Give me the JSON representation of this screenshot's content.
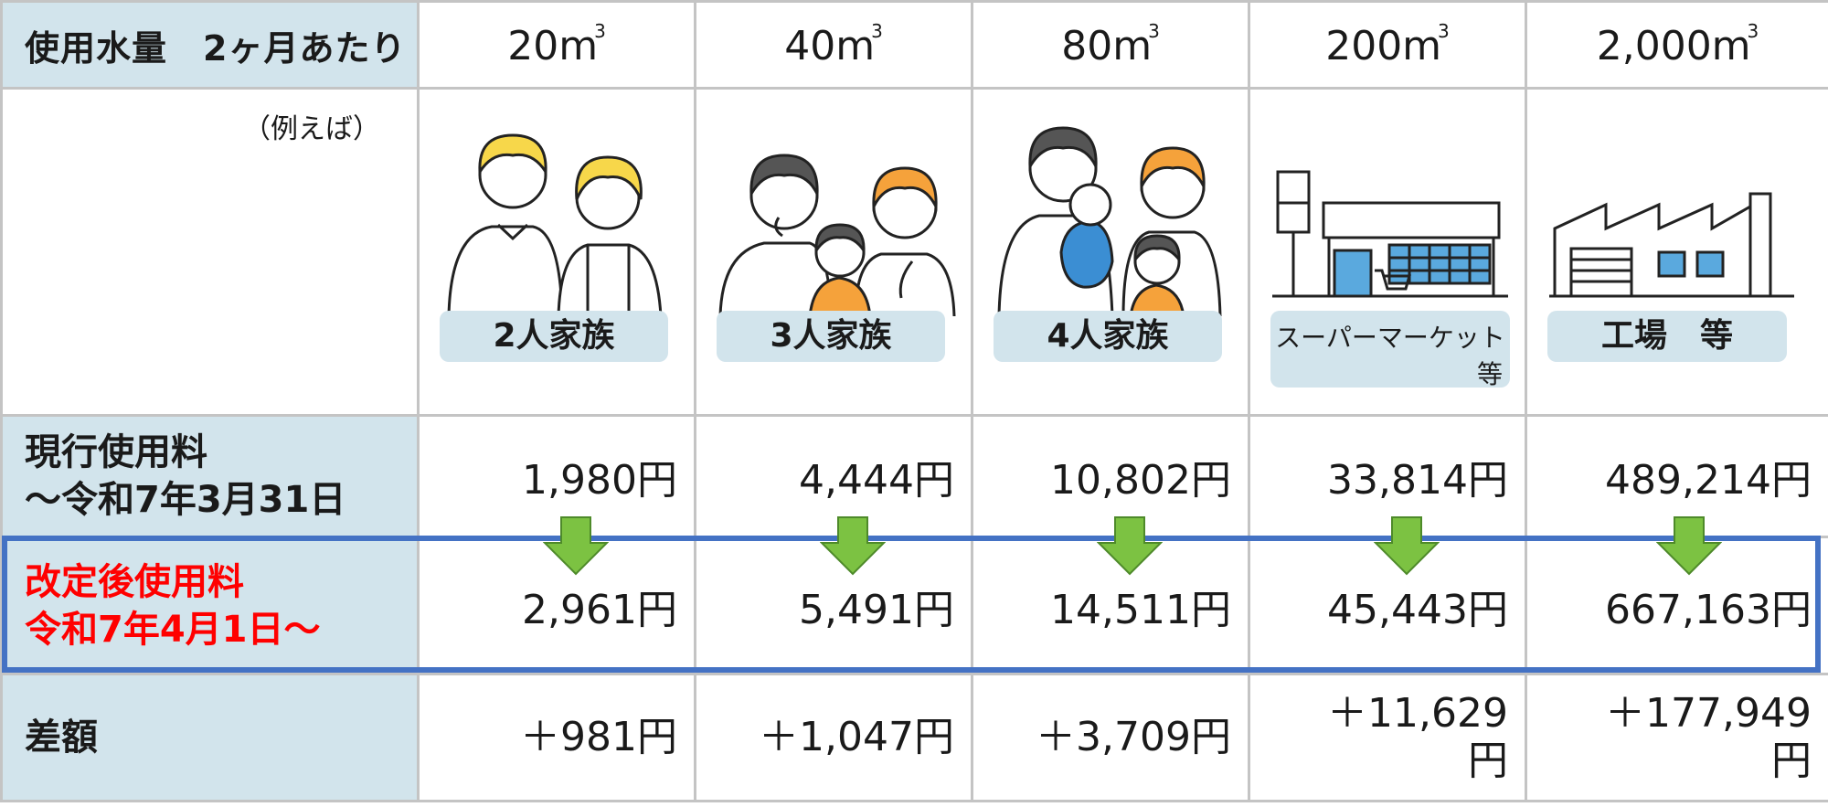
{
  "header": {
    "label": "使用水量　2ヶ月あたり",
    "volumes": [
      {
        "value": "20m",
        "unit_sup": "3"
      },
      {
        "value": "40m",
        "unit_sup": "3"
      },
      {
        "value": "80m",
        "unit_sup": "3"
      },
      {
        "value": "200m",
        "unit_sup": "3"
      },
      {
        "value": "2,000m",
        "unit_sup": "3"
      }
    ]
  },
  "examples": {
    "label": "（例えば）",
    "items": [
      {
        "caption": "2人家族",
        "caption_extra": ""
      },
      {
        "caption": "3人家族",
        "caption_extra": ""
      },
      {
        "caption": "4人家族",
        "caption_extra": ""
      },
      {
        "caption": "スーパーマーケット",
        "caption_extra": "等"
      },
      {
        "caption": "工場　等",
        "caption_extra": ""
      }
    ]
  },
  "current": {
    "label_line1": "現行使用料",
    "label_line2": "～令和7年3月31日",
    "values": [
      "1,980円",
      "4,444円",
      "10,802円",
      "33,814円",
      "489,214円"
    ]
  },
  "revised": {
    "label_line1": "改定後使用料",
    "label_line2": "令和7年4月1日～",
    "values": [
      "2,961円",
      "5,491円",
      "14,511円",
      "45,443円",
      "667,163円"
    ]
  },
  "difference": {
    "label": "差額",
    "values": [
      {
        "line1": "＋981円",
        "line2": ""
      },
      {
        "line1": "＋1,047円",
        "line2": ""
      },
      {
        "line1": "＋3,709円",
        "line2": ""
      },
      {
        "line1": "＋11,629",
        "line2": "円"
      },
      {
        "line1": "＋177,949",
        "line2": "円"
      }
    ]
  },
  "colors": {
    "label_bg": "#d2e4ec",
    "revised_text": "#ff0000",
    "highlight_border": "#4472c4",
    "arrow_fill": "#7cc242",
    "arrow_stroke": "#4e8a2a"
  }
}
